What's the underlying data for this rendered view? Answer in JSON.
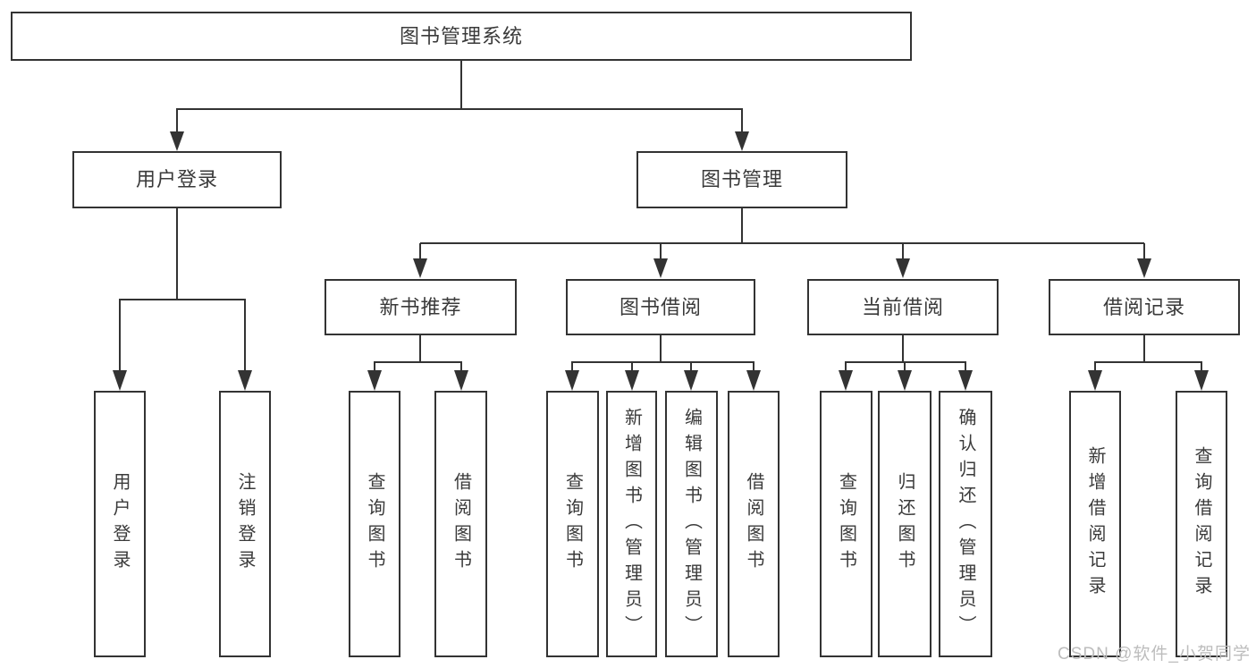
{
  "tree": {
    "root": {
      "label": "图书管理系统"
    },
    "user_login": {
      "label": "用户登录",
      "children": [
        {
          "label": "用户登录"
        },
        {
          "label": "注销登录"
        }
      ]
    },
    "book_mgmt": {
      "label": "图书管理",
      "children": [
        {
          "label": "新书推荐",
          "children": [
            {
              "label": "查询图书"
            },
            {
              "label": "借阅图书"
            }
          ]
        },
        {
          "label": "图书借阅",
          "children": [
            {
              "label": "查询图书"
            },
            {
              "label": "新增图书（管理员）"
            },
            {
              "label": "编辑图书（管理员）"
            },
            {
              "label": "借阅图书"
            }
          ]
        },
        {
          "label": "当前借阅",
          "children": [
            {
              "label": "查询图书"
            },
            {
              "label": "归还图书"
            },
            {
              "label": "确认归还（管理员）"
            }
          ]
        },
        {
          "label": "借阅记录",
          "children": [
            {
              "label": "新增借阅记录"
            },
            {
              "label": "查询借阅记录"
            }
          ]
        }
      ]
    }
  },
  "colors": {
    "line": "#333333",
    "text": "#3a3a3a",
    "watermark": "#bdbdbd"
  },
  "watermark": {
    "text": "CSDN @软件_小贺同学"
  }
}
